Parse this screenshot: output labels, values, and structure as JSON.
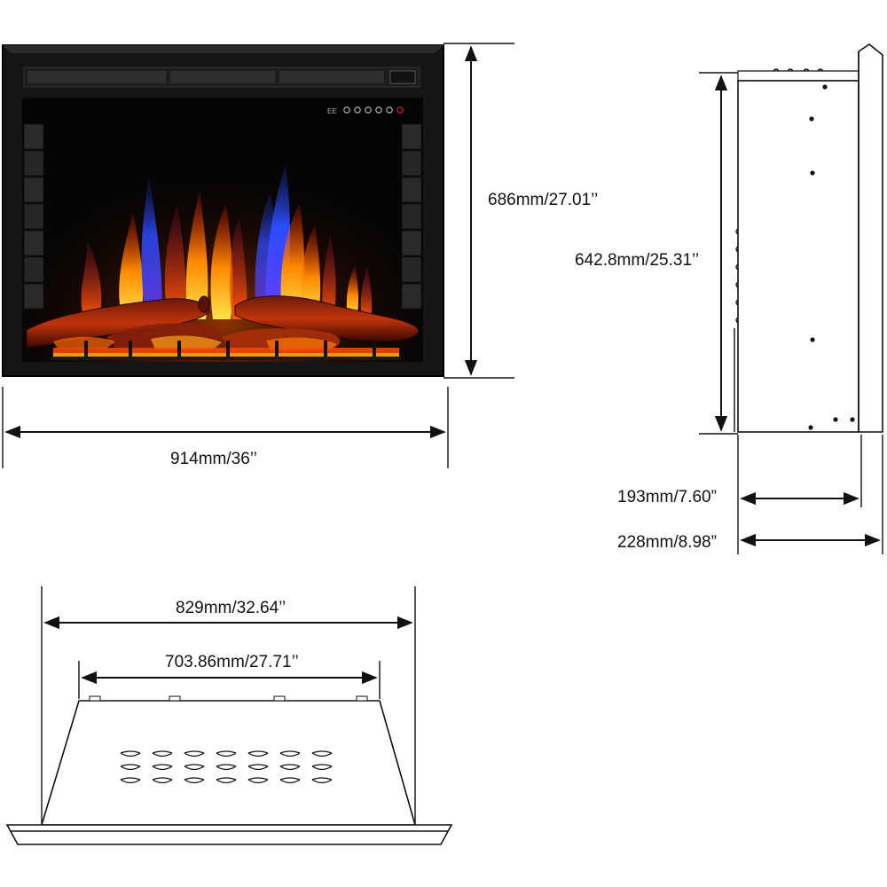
{
  "front_view": {
    "height_label": "686mm/27.01’’",
    "width_label": "914mm/36’’",
    "control_panel_label": "EE"
  },
  "side_view": {
    "height_label": "642.8mm/25.31’’",
    "depth_body_label": "193mm/7.60”",
    "depth_total_label": "228mm/8.98”"
  },
  "top_view": {
    "outer_width_label": "829mm/32.64’’",
    "inner_width_label": "703.86mm/27.71’’"
  },
  "colors": {
    "frame": "#151515",
    "firebox": "#050505",
    "flame_orange": "#ff8a00",
    "flame_yellow": "#ffd11a",
    "flame_blue": "#2a4cff",
    "flame_red": "#d4140a",
    "ember": "#ff4a00",
    "brick": "#2a2a2a"
  }
}
